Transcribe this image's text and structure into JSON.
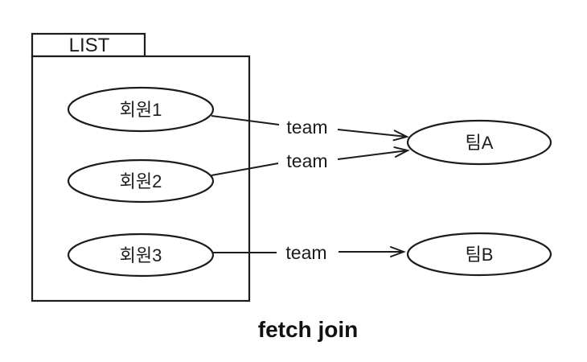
{
  "diagram": {
    "caption": "fetch join",
    "container": {
      "label": "LIST"
    },
    "members": [
      {
        "label": "회원1"
      },
      {
        "label": "회원2"
      },
      {
        "label": "회원3"
      }
    ],
    "teams": [
      {
        "label": "팀A"
      },
      {
        "label": "팀B"
      }
    ],
    "edges": [
      {
        "from": "회원1",
        "to": "팀A",
        "label": "team"
      },
      {
        "from": "회원2",
        "to": "팀A",
        "label": "team"
      },
      {
        "from": "회원3",
        "to": "팀B",
        "label": "team"
      }
    ],
    "colors": {
      "stroke": "#1c1c1c",
      "background": "#ffffff"
    }
  }
}
